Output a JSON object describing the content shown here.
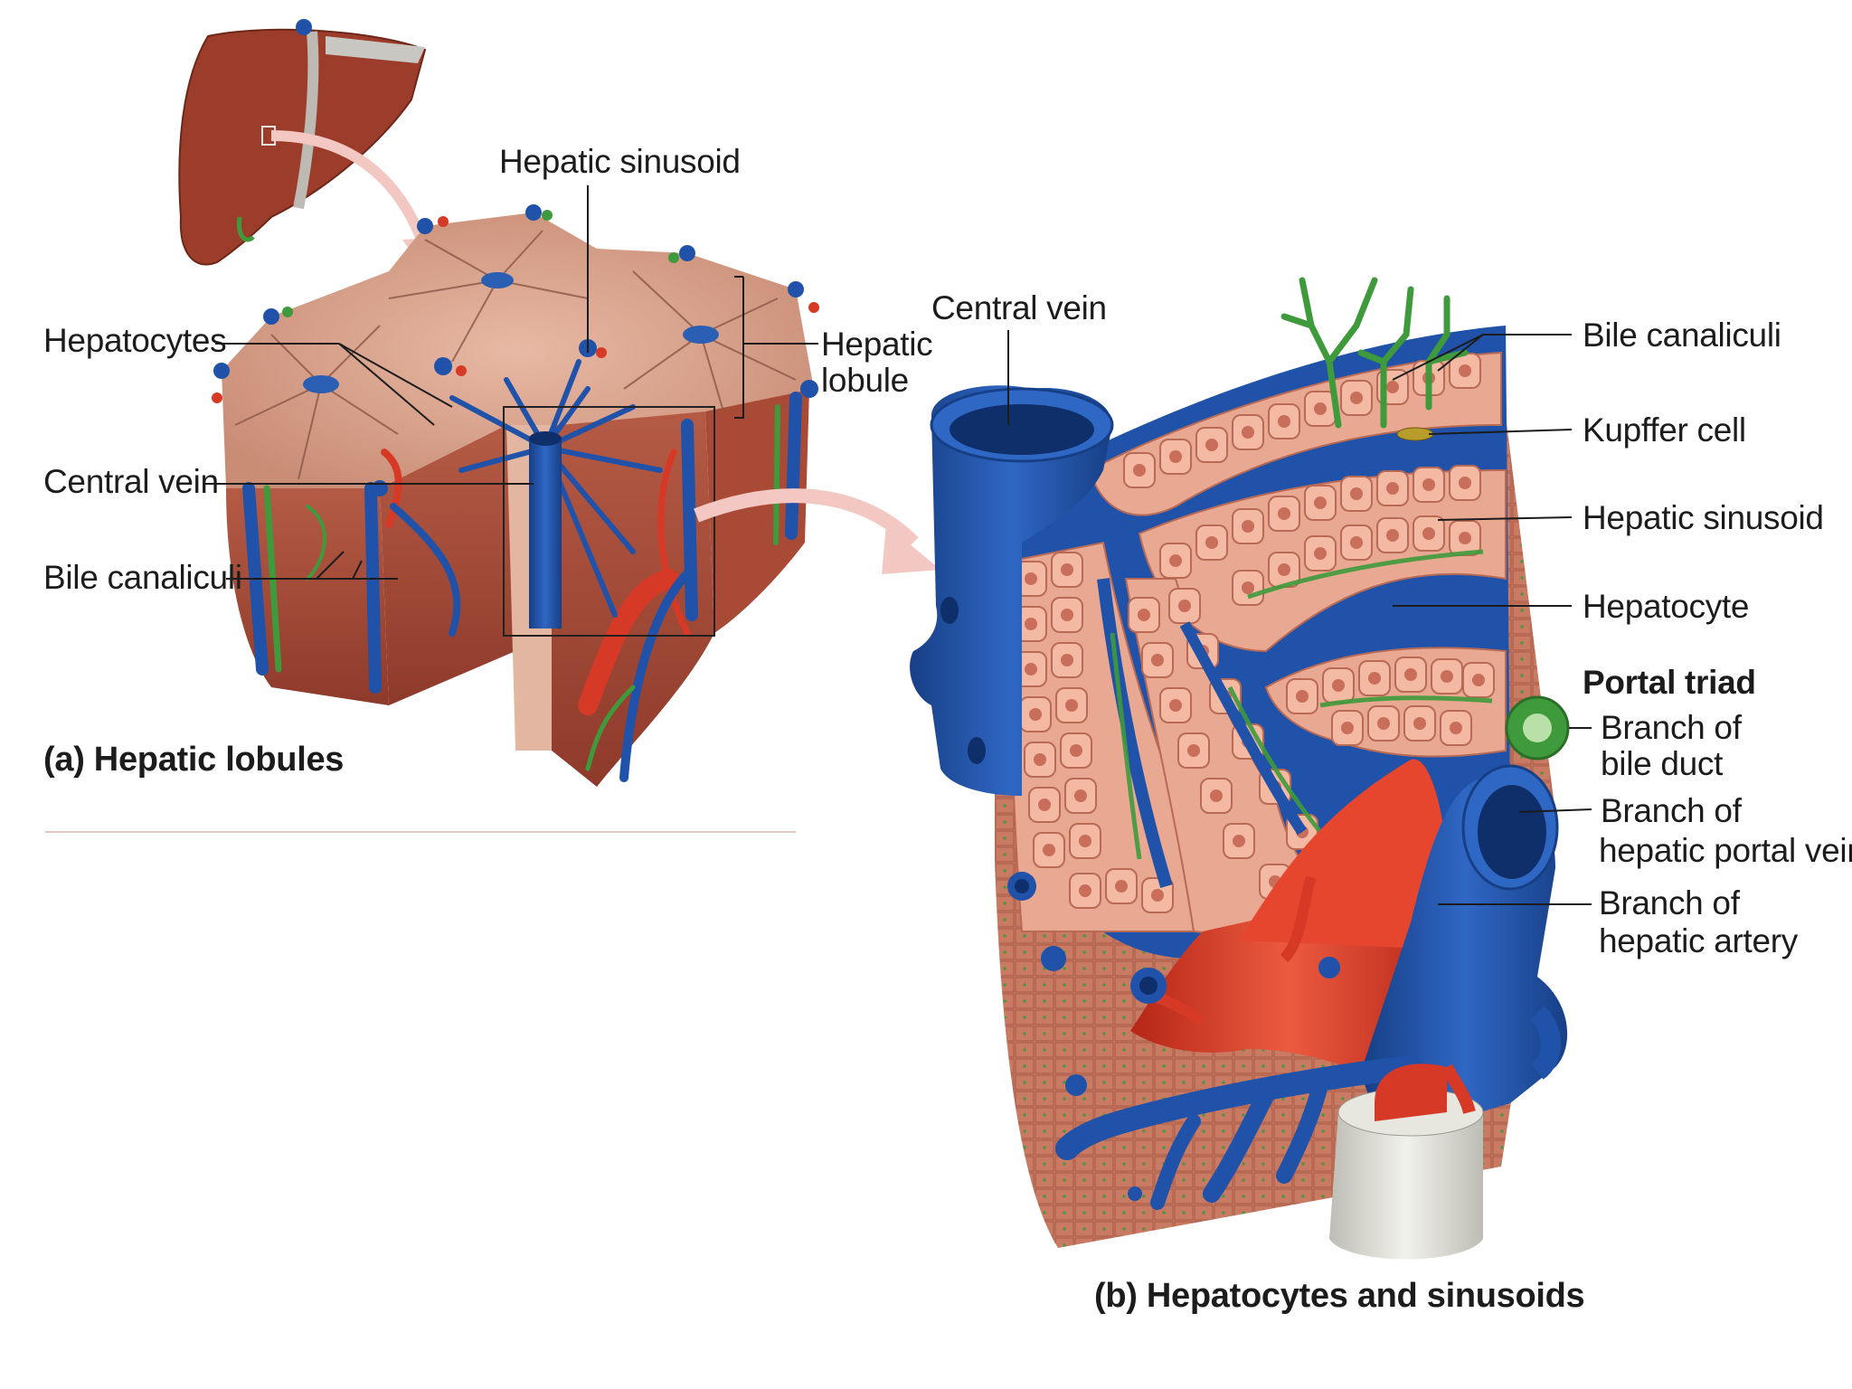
{
  "panel_a": {
    "caption": "(a) Hepatic lobules",
    "labels": {
      "hepatic_sinusoid": "Hepatic sinusoid",
      "hepatocytes": "Hepatocytes",
      "hepatic_lobule_1": "Hepatic",
      "hepatic_lobule_2": "lobule",
      "central_vein": "Central vein",
      "bile_canaliculi": "Bile canaliculi"
    }
  },
  "panel_b": {
    "caption": "(b) Hepatocytes and sinusoids",
    "labels": {
      "central_vein": "Central vein",
      "bile_canaliculi": "Bile canaliculi",
      "kupffer_cell": "Kupffer cell",
      "hepatic_sinusoid": "Hepatic sinusoid",
      "hepatocyte": "Hepatocyte",
      "portal_triad": "Portal triad",
      "bile_duct_1": "Branch of",
      "bile_duct_2": "bile duct",
      "portal_vein_1": "Branch of",
      "portal_vein_2": "hepatic portal vein",
      "artery_1": "Branch of",
      "artery_2": "hepatic artery"
    }
  },
  "colors": {
    "liver": "#9c3d2c",
    "tissue": "#d99a84",
    "hepatocyte": "#f2b5a0",
    "vein": "#1f52a8",
    "artery": "#d63a26",
    "bile": "#3f9a3c",
    "arrow": "#f3c7c2"
  }
}
